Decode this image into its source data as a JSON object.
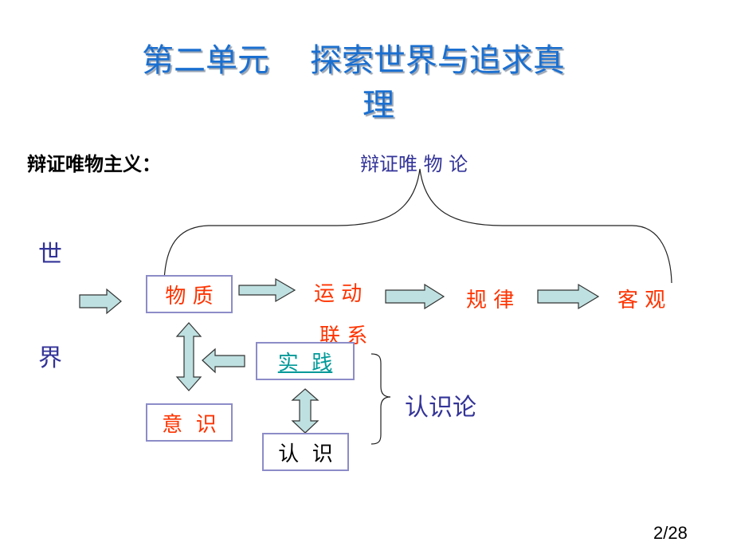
{
  "slide": {
    "title_line1": "第二单元    探索世界与追求真",
    "title_line2": "理",
    "subtitle": "辩证唯物主义：",
    "branch_label": "辩证唯 物 论",
    "world_chars": [
      "世",
      "界"
    ],
    "ontology_chain": [
      {
        "label": "物 质",
        "boxed": true
      },
      {
        "label": "运 动",
        "boxed": false
      },
      {
        "label": "规 律",
        "boxed": false
      },
      {
        "label": "客 观",
        "boxed": false
      }
    ],
    "connection_label": "联 系",
    "practice_label": "实  践",
    "consciousness_label": "意  识",
    "cognition_label": "认  识",
    "epistemology_label": "认识论",
    "page_number": "2/28"
  },
  "colors": {
    "title": "#1A6FD0",
    "branch": "#333399",
    "concept": "#FF3300",
    "link": "#009999",
    "arrow_fill": "#BFE0E0",
    "box_border": "#8C8CC8"
  }
}
